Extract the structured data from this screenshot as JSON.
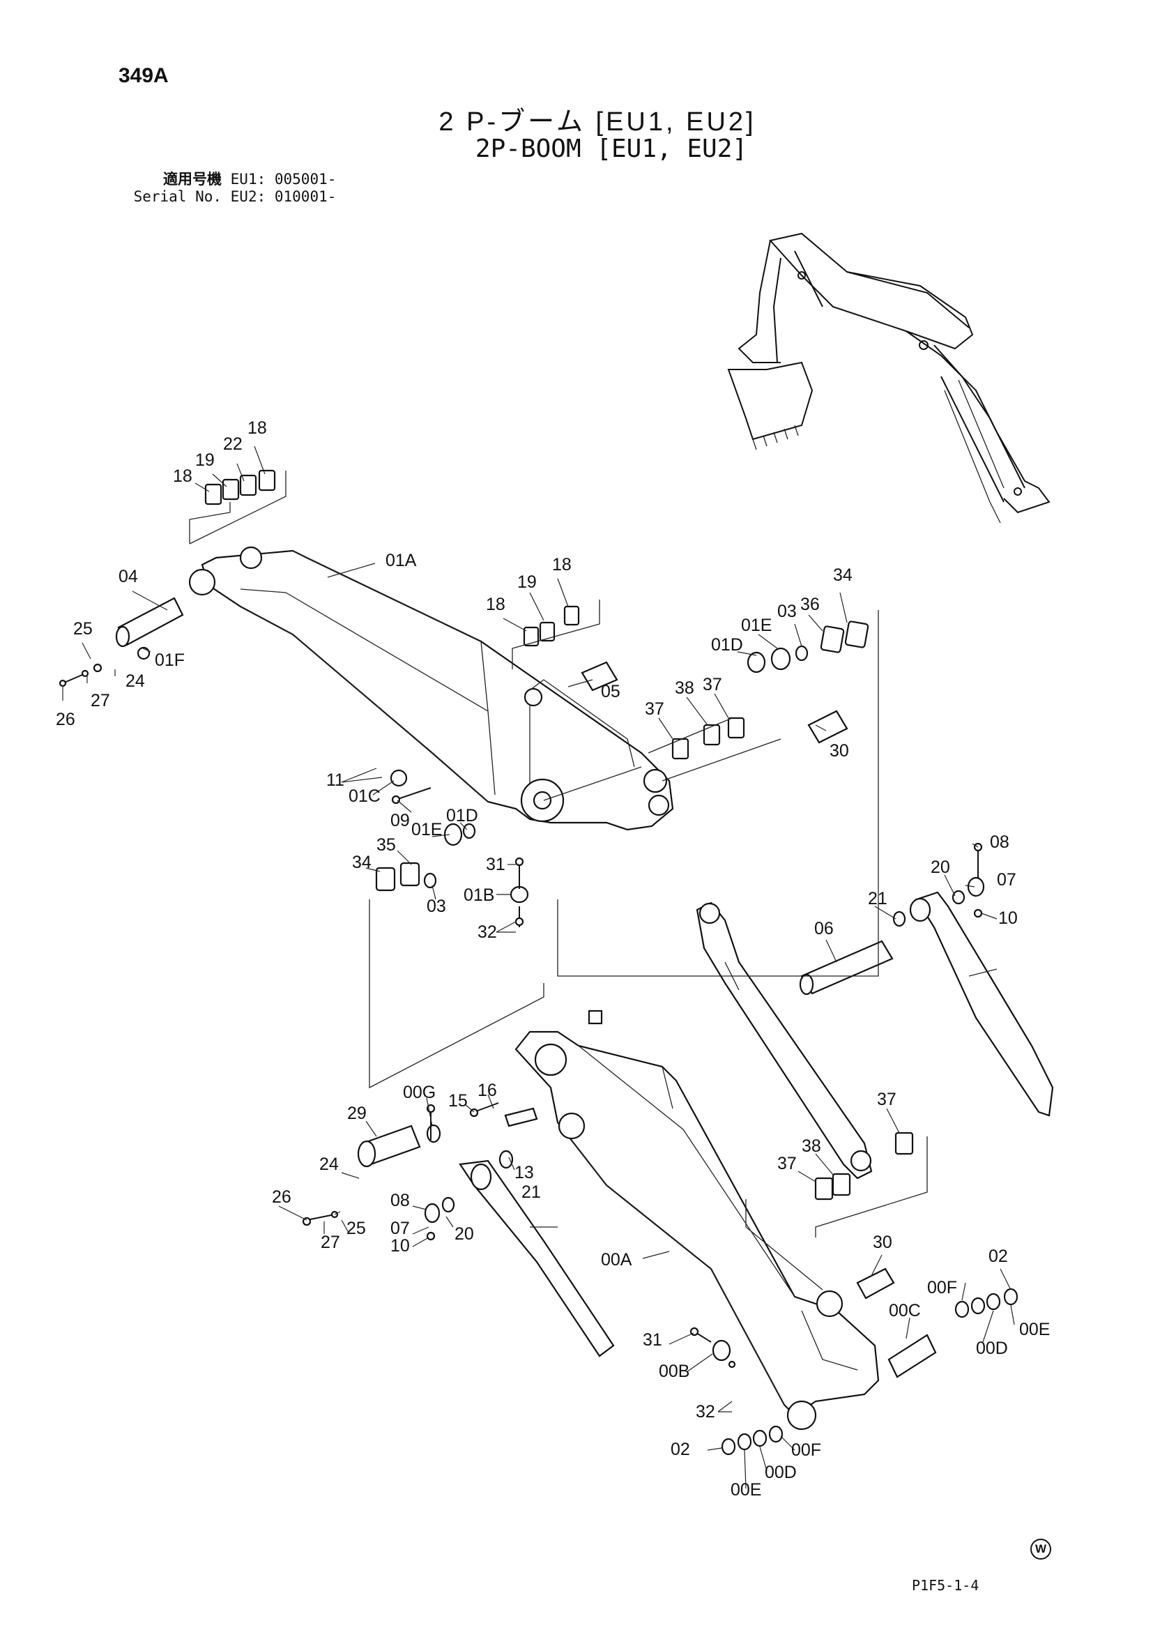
{
  "page_number": "349A",
  "title_jp": "2 P-ブーム [EU1, EU2]",
  "title_en": "2P-BOOM [EU1, EU2]",
  "serial": {
    "label_jp": "適用号機",
    "label_en": "Serial No.",
    "eu1": "EU1: 005001-",
    "eu2": "EU2: 010001-"
  },
  "callouts": [
    {
      "id": "c1",
      "text": "18"
    },
    {
      "id": "c2",
      "text": "19"
    },
    {
      "id": "c3",
      "text": "22"
    },
    {
      "id": "c4",
      "text": "18"
    },
    {
      "id": "c5",
      "text": "04"
    },
    {
      "id": "c6",
      "text": "01A"
    },
    {
      "id": "c7",
      "text": "25"
    },
    {
      "id": "c8",
      "text": "01F"
    },
    {
      "id": "c9",
      "text": "24"
    },
    {
      "id": "c10",
      "text": "27"
    },
    {
      "id": "c11",
      "text": "26"
    },
    {
      "id": "c12",
      "text": "18"
    },
    {
      "id": "c13",
      "text": "19"
    },
    {
      "id": "c14",
      "text": "18"
    },
    {
      "id": "c15",
      "text": "05"
    },
    {
      "id": "c16",
      "text": "36"
    },
    {
      "id": "c17",
      "text": "34"
    },
    {
      "id": "c18",
      "text": "03"
    },
    {
      "id": "c19",
      "text": "01E"
    },
    {
      "id": "c20",
      "text": "01D"
    },
    {
      "id": "c21",
      "text": "37"
    },
    {
      "id": "c22",
      "text": "38"
    },
    {
      "id": "c23",
      "text": "37"
    },
    {
      "id": "c24",
      "text": "30"
    },
    {
      "id": "c25",
      "text": "11"
    },
    {
      "id": "c26",
      "text": "01C"
    },
    {
      "id": "c27",
      "text": "09"
    },
    {
      "id": "c28",
      "text": "01D"
    },
    {
      "id": "c29",
      "text": "01E"
    },
    {
      "id": "c30",
      "text": "35"
    },
    {
      "id": "c31",
      "text": "34"
    },
    {
      "id": "c32",
      "text": "03"
    },
    {
      "id": "c33",
      "text": "31"
    },
    {
      "id": "c34",
      "text": "01B"
    },
    {
      "id": "c35",
      "text": "32"
    },
    {
      "id": "c36",
      "text": "08"
    },
    {
      "id": "c37",
      "text": "20"
    },
    {
      "id": "c38",
      "text": "07"
    },
    {
      "id": "c39",
      "text": "21"
    },
    {
      "id": "c40",
      "text": "10"
    },
    {
      "id": "c41",
      "text": "06"
    },
    {
      "id": "c42",
      "text": "00G"
    },
    {
      "id": "c43",
      "text": "29"
    },
    {
      "id": "c44",
      "text": "15"
    },
    {
      "id": "c45",
      "text": "16"
    },
    {
      "id": "c46",
      "text": "37"
    },
    {
      "id": "c47",
      "text": "24"
    },
    {
      "id": "c48",
      "text": "13"
    },
    {
      "id": "c49",
      "text": "38"
    },
    {
      "id": "c50",
      "text": "37"
    },
    {
      "id": "c51",
      "text": "26"
    },
    {
      "id": "c52",
      "text": "08"
    },
    {
      "id": "c53",
      "text": "21"
    },
    {
      "id": "c54",
      "text": "25"
    },
    {
      "id": "c55",
      "text": "27"
    },
    {
      "id": "c56",
      "text": "07"
    },
    {
      "id": "c57",
      "text": "20"
    },
    {
      "id": "c58",
      "text": "10"
    },
    {
      "id": "c59",
      "text": "30"
    },
    {
      "id": "c60",
      "text": "00A"
    },
    {
      "id": "c61",
      "text": "02"
    },
    {
      "id": "c62",
      "text": "00F"
    },
    {
      "id": "c63",
      "text": "00C"
    },
    {
      "id": "c64",
      "text": "00E"
    },
    {
      "id": "c65",
      "text": "00D"
    },
    {
      "id": "c66",
      "text": "31"
    },
    {
      "id": "c67",
      "text": "00B"
    },
    {
      "id": "c68",
      "text": "32"
    },
    {
      "id": "c69",
      "text": "02"
    },
    {
      "id": "c70",
      "text": "00F"
    },
    {
      "id": "c71",
      "text": "00D"
    },
    {
      "id": "c72",
      "text": "00E"
    }
  ],
  "watermark": "W",
  "figure_code": "P1F5-1-4"
}
